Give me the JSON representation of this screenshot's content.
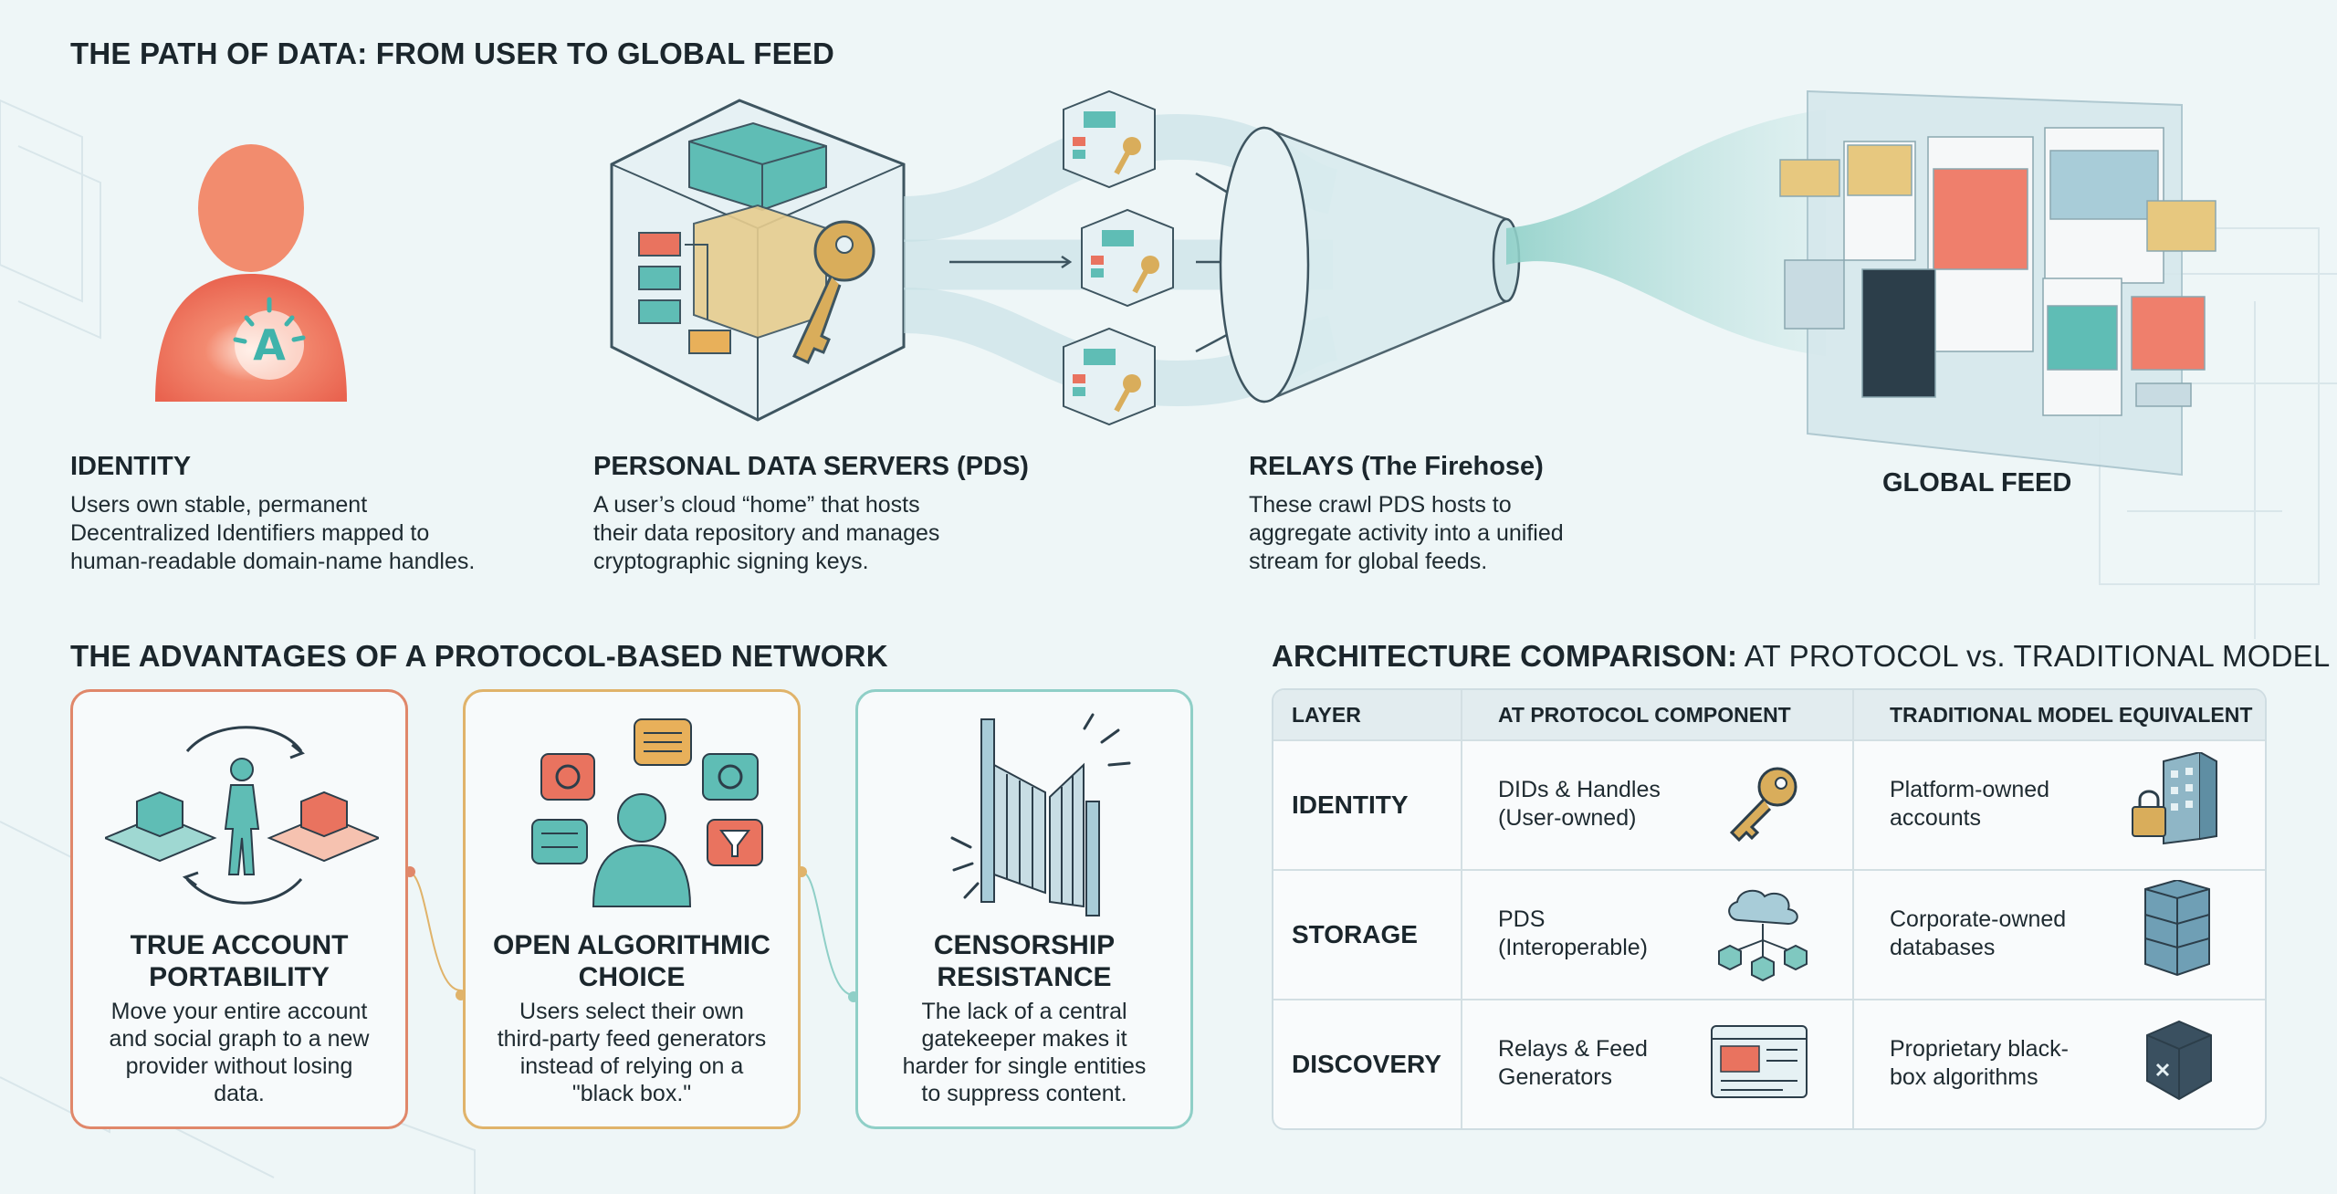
{
  "section_path": {
    "title": "THE PATH OF DATA: FROM USER TO GLOBAL FEED",
    "stages": [
      {
        "title": "IDENTITY",
        "desc": [
          "Users own stable, permanent",
          "Decentralized Identifiers mapped to",
          "human-readable domain-name handles."
        ]
      },
      {
        "title": "PERSONAL DATA SERVERS (PDS)",
        "desc": [
          "A user’s cloud “home” that hosts",
          "their data repository and manages",
          "cryptographic signing keys."
        ]
      },
      {
        "title": "RELAYS (The Firehose)",
        "desc": [
          "These crawl PDS hosts to",
          "aggregate activity into a unified",
          "stream for global feeds."
        ]
      },
      {
        "title": "GLOBAL FEED",
        "desc": []
      }
    ]
  },
  "section_advantages": {
    "title": "THE ADVANTAGES OF A PROTOCOL-BASED NETWORK",
    "cards": [
      {
        "title": [
          "TRUE ACCOUNT",
          "PORTABILITY"
        ],
        "desc": [
          "Move your entire account",
          "and social graph to a new",
          "provider without losing",
          "data."
        ],
        "color": "#e0876a"
      },
      {
        "title": [
          "OPEN ALGORITHMIC",
          "CHOICE"
        ],
        "desc": [
          "Users select their own",
          "third-party feed generators",
          "instead of relying on a",
          "\"black box.\""
        ],
        "color": "#e0b36a"
      },
      {
        "title": [
          "CENSORSHIP",
          "RESISTANCE"
        ],
        "desc": [
          "The lack of a central",
          "gatekeeper makes it",
          "harder for single entities",
          "to suppress content."
        ],
        "color": "#8fcfc7"
      }
    ]
  },
  "section_comparison": {
    "title_bold": "ARCHITECTURE COMPARISON:",
    "title_rest": " AT PROTOCOL vs. TRADITIONAL MODEL",
    "headers": [
      "LAYER",
      "AT PROTOCOL COMPONENT",
      "TRADITIONAL MODEL EQUIVALENT"
    ],
    "rows": [
      {
        "layer": "IDENTITY",
        "at": [
          "DIDs & Handles",
          "(User-owned)"
        ],
        "trad": [
          "Platform-owned",
          "accounts"
        ],
        "at_icon": "key-icon",
        "trad_icon": "locked-building-icon"
      },
      {
        "layer": "STORAGE",
        "at": [
          "PDS",
          "(Interoperable)"
        ],
        "trad": [
          "Corporate-owned",
          "databases"
        ],
        "at_icon": "cloud-network-icon",
        "trad_icon": "server-stack-icon"
      },
      {
        "layer": "DISCOVERY",
        "at": [
          "Relays & Feed",
          "Generators"
        ],
        "trad": [
          "Proprietary black-",
          "box algorithms"
        ],
        "at_icon": "feed-window-icon",
        "trad_icon": "black-box-icon"
      }
    ]
  },
  "colors": {
    "orange": "#e9735f",
    "teal": "#5fbdb5",
    "gold": "#d9ad5b",
    "dark": "#1b262c"
  }
}
